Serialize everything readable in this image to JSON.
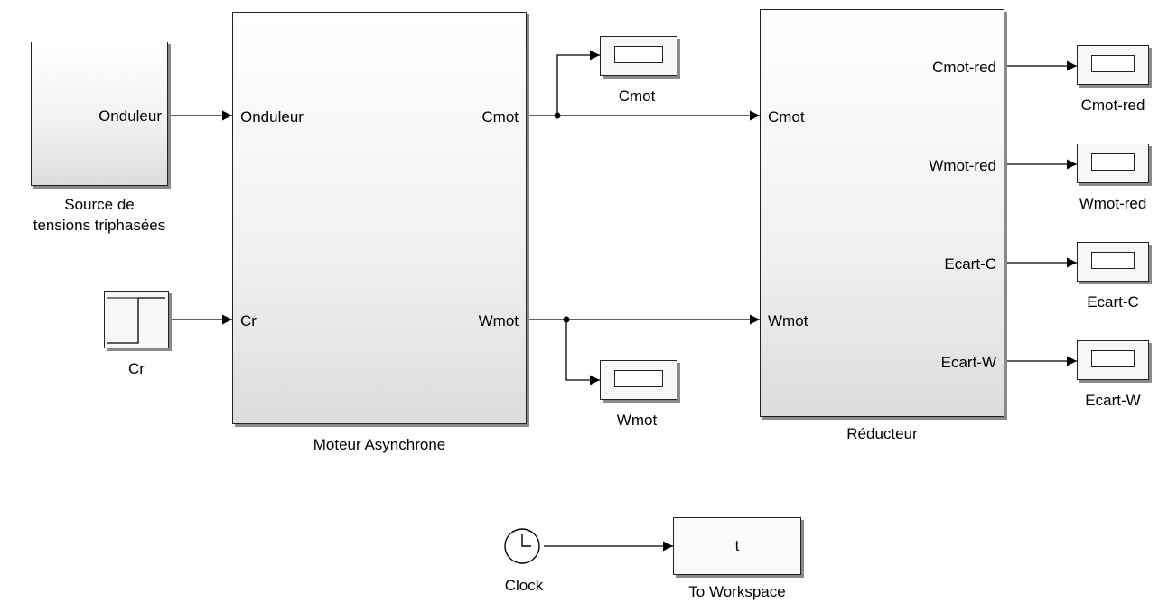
{
  "blocks": {
    "source": {
      "port_out": "Onduleur",
      "caption_line1": "Source de",
      "caption_line2": "tensions triphasées"
    },
    "cr_step": {
      "caption": "Cr"
    },
    "moteur": {
      "in1": "Onduleur",
      "in2": "Cr",
      "out1": "Cmot",
      "out2": "Wmot",
      "caption": "Moteur Asynchrone"
    },
    "reducteur": {
      "in1": "Cmot",
      "in2": "Wmot",
      "out1": "Cmot-red",
      "out2": "Wmot-red",
      "out3": "Ecart-C",
      "out4": "Ecart-W",
      "caption": "Réducteur"
    },
    "clock": {
      "caption": "Clock"
    },
    "to_workspace": {
      "var": "t",
      "caption": "To Workspace"
    }
  },
  "scopes": {
    "cmot": "Cmot",
    "wmot": "Wmot",
    "cmot_red": "Cmot-red",
    "wmot_red": "Wmot-red",
    "ecart_c": "Ecart-C",
    "ecart_w": "Ecart-W"
  },
  "colors": {
    "wire": "#000000",
    "block_border": "#222222",
    "shadow": "#8a8a8a"
  }
}
